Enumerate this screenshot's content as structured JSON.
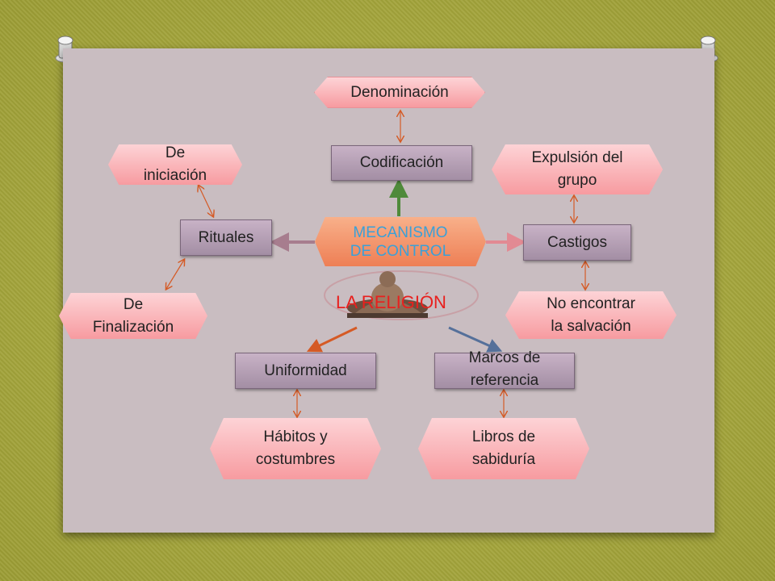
{
  "center": {
    "line1": "MECANISMO",
    "line2": "DE CONTROL",
    "subject": "LA RELIGIÓN"
  },
  "nodes": {
    "denominacion": "Denominación",
    "codificacion": "Codificación",
    "de_iniciacion": {
      "line1": "De",
      "line2": "iniciación"
    },
    "expulsion": {
      "line1": "Expulsión del",
      "line2": "grupo"
    },
    "rituales": "Rituales",
    "castigos": "Castigos",
    "de_finalizacion": {
      "line1": "De",
      "line2": "Finalización"
    },
    "no_encontrar": {
      "line1": "No encontrar",
      "line2": "la salvación"
    },
    "uniformidad": "Uniformidad",
    "marcos": {
      "line1": "Marcos de",
      "line2": "referencia"
    },
    "habitos": {
      "line1": "Hábitos y",
      "line2": "costumbres"
    },
    "libros": {
      "line1": "Libros de",
      "line2": "sabiduría"
    }
  },
  "colors": {
    "board": "#c9bdc1",
    "background": "#a9aa3e",
    "hex_fill": "#f9b7bb",
    "rect_fill": "#b8a1b6",
    "center_fill": "#f59770",
    "arrow_orange": "#d55a25",
    "arrow_green": "#4f8a3a",
    "arrow_blue": "#55709a",
    "arrow_pink": "#e28a93",
    "arrow_mauve": "#a77d8e",
    "center_text": "#3aa0d8",
    "subject_text": "#e8201e"
  },
  "icons": [
    "pushpin-icon",
    "buddha-statue-icon"
  ]
}
